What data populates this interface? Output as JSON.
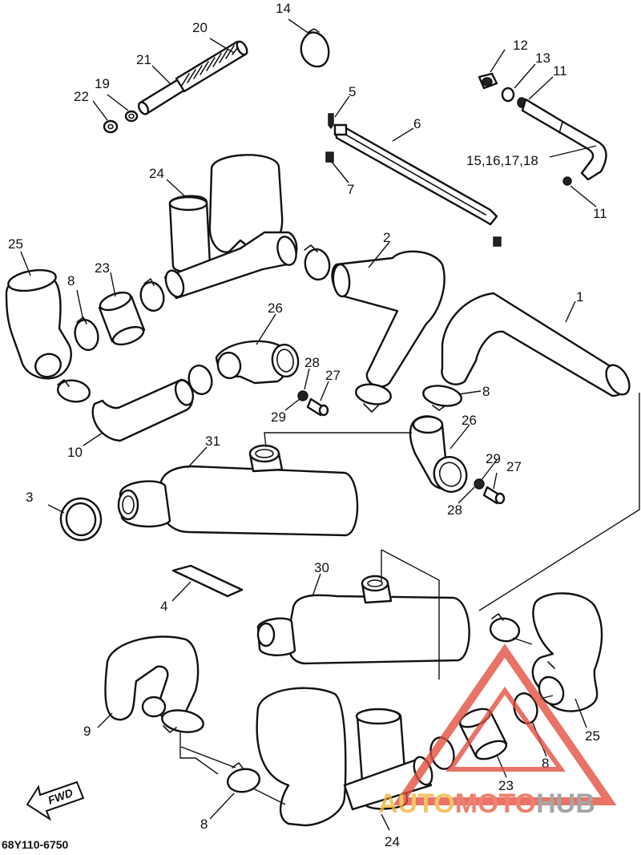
{
  "diagram_code": "68Y110-6750",
  "fwd_label": "FWD",
  "watermark": {
    "part1": "AUTO",
    "part2": "MOTO",
    "part3": "HUB",
    "colors": {
      "auto": "#f0b43c",
      "moto": "#e8604a",
      "hub": "#8c8c8c",
      "triangle": "#e24c3c"
    }
  },
  "callouts": [
    {
      "id": "c1",
      "label": "1"
    },
    {
      "id": "c2",
      "label": "2"
    },
    {
      "id": "c3",
      "label": "3"
    },
    {
      "id": "c4",
      "label": "4"
    },
    {
      "id": "c5",
      "label": "5"
    },
    {
      "id": "c6",
      "label": "6"
    },
    {
      "id": "c7",
      "label": "7"
    },
    {
      "id": "c8a",
      "label": "8"
    },
    {
      "id": "c8b",
      "label": "8"
    },
    {
      "id": "c8c",
      "label": "8"
    },
    {
      "id": "c8d",
      "label": "8"
    },
    {
      "id": "c9",
      "label": "9"
    },
    {
      "id": "c10",
      "label": "10"
    },
    {
      "id": "c11a",
      "label": "11"
    },
    {
      "id": "c11b",
      "label": "11"
    },
    {
      "id": "c12",
      "label": "12"
    },
    {
      "id": "c13",
      "label": "13"
    },
    {
      "id": "c14",
      "label": "14"
    },
    {
      "id": "c15",
      "label": "15,16,17,18"
    },
    {
      "id": "c19",
      "label": "19"
    },
    {
      "id": "c20",
      "label": "20"
    },
    {
      "id": "c21",
      "label": "21"
    },
    {
      "id": "c22",
      "label": "22"
    },
    {
      "id": "c23a",
      "label": "23"
    },
    {
      "id": "c23b",
      "label": "23"
    },
    {
      "id": "c24a",
      "label": "24"
    },
    {
      "id": "c24b",
      "label": "24"
    },
    {
      "id": "c25a",
      "label": "25"
    },
    {
      "id": "c25b",
      "label": "25"
    },
    {
      "id": "c26a",
      "label": "26"
    },
    {
      "id": "c26b",
      "label": "26"
    },
    {
      "id": "c27a",
      "label": "27"
    },
    {
      "id": "c27b",
      "label": "27"
    },
    {
      "id": "c28a",
      "label": "28"
    },
    {
      "id": "c28b",
      "label": "28"
    },
    {
      "id": "c29a",
      "label": "29"
    },
    {
      "id": "c29b",
      "label": "29"
    },
    {
      "id": "c30",
      "label": "30"
    },
    {
      "id": "c31",
      "label": "31"
    }
  ]
}
